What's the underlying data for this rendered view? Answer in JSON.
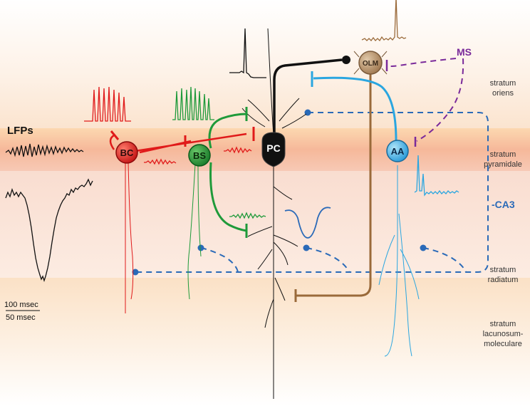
{
  "lfp_label": "LFPs",
  "layers": {
    "oriens": [
      "stratum",
      "oriens"
    ],
    "pyramidale": [
      "stratum",
      "pyramidale"
    ],
    "radiatum": [
      "stratum",
      "radiatum"
    ],
    "lacunosum": [
      "stratum",
      "lacunosum-",
      "moleculare"
    ]
  },
  "cells": {
    "bc": "BC",
    "bs": "BS",
    "pc": "PC",
    "olm": "OLM",
    "aa": "AA"
  },
  "inputs": {
    "ms": "MS",
    "ca3": "-CA3"
  },
  "scale": {
    "top": "100 msec",
    "bottom": "50 msec"
  },
  "colors": {
    "bc": "#e01a1a",
    "bs": "#1f9a3a",
    "pc": "#111111",
    "olm": "#9a6a3a",
    "aa": "#2aa6e0",
    "ms": "#7a2a9a",
    "ca3": "#2a6ab8"
  }
}
